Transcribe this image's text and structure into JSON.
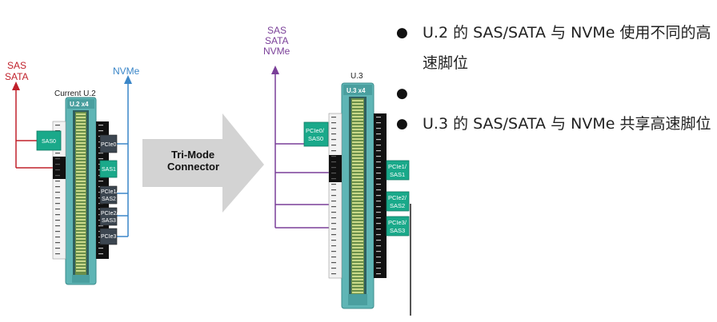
{
  "diagram": {
    "left": {
      "sas_sata_label_1": "SAS",
      "sas_sata_label_2": "SATA",
      "nvme_label": "NVMe",
      "connector_title": "Current U.2",
      "connector_name": "U.2 x4",
      "sas0": "SAS0",
      "sas1": "SAS1",
      "pcie0": "PCIe0",
      "pcie1": "PCIe1/",
      "sas2": "SAS2",
      "pcie2": "PCIe2/",
      "sas3": "SAS3",
      "pcie3": "PCIe3"
    },
    "arrow": {
      "line1": "Tri-Mode",
      "line2": "Connector"
    },
    "right": {
      "label_1": "SAS",
      "label_2": "SATA",
      "label_3": "NVMe",
      "connector_title": "U.3",
      "connector_name": "U.3 x4",
      "pcie0": "PCIe0/",
      "sas0": "SAS0",
      "pcie1": "PCIe1/",
      "sas1": "SAS1",
      "pcie2": "PCIe2/",
      "sas2": "SAS2",
      "pcie3": "PCIe3/",
      "sas3": "SAS3"
    },
    "colors": {
      "sas_red": "#c0202a",
      "nvme_blue": "#3a86c8",
      "tri_purple": "#7a3f98",
      "teal": "#1aa98a",
      "connector_body": "#5fb5b5",
      "arrow_gray": "#d3d3d3"
    }
  },
  "bullets": [
    {
      "text": "U.2 的 SAS/SATA 与 NVMe 使用不同的高速脚位"
    },
    {
      "text": ""
    },
    {
      "text": "U.3 的 SAS/SATA 与 NVMe 共享高速脚位"
    }
  ]
}
